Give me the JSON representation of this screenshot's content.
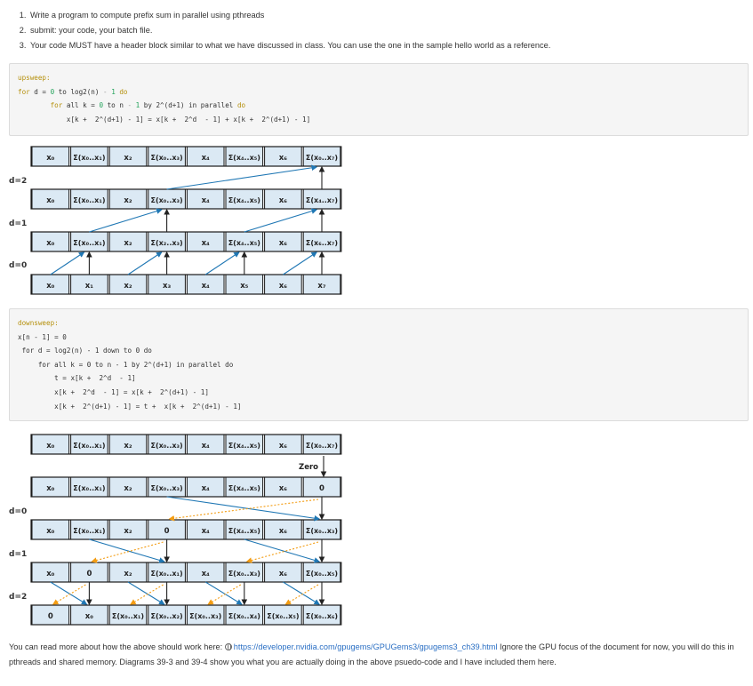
{
  "instructions": [
    "Write a program to compute prefix sum in parallel using pthreads",
    "submit: your code, your batch file.",
    "Your code MUST have a header block similar to what we have discussed in class. You can use the one in the sample hello world as a reference."
  ],
  "upsweep": {
    "label": "upsweep:",
    "l1_for": "for",
    "l1_rest": " d = ",
    "l1_zero": "0",
    "l1_to": " to log2(n) ",
    "l1_minus": "-",
    "l1_one": "1",
    "l1_do": "do",
    "l2_for": "for",
    "l2_rest": " all k = ",
    "l2_zero": "0",
    "l2_mid": " to n ",
    "l2_one": "1",
    "l2_by": " by 2^(d+1) in parallel ",
    "l2_do": "do",
    "l3_text": "x[k +  2^(d+1) - 1] = x[k +  2^d  - 1] + x[k +  2^(d+1) - 1]"
  },
  "downsweep": {
    "label": "downsweep:",
    "l1_text": "x[n - 1] = 0",
    "l2_text": "for d = log2(n) - 1 down to 0 do",
    "l3_text": "for all k = 0 to n - 1 by 2^(d+1) in parallel do",
    "l4_text": "t = x[k +  2^d  - 1]",
    "l5_text": "x[k +  2^d  - 1] = x[k +  2^(d+1) - 1]",
    "l6_text": "x[k +  2^(d+1) - 1] = t +  x[k +  2^(d+1) - 1]"
  },
  "up_diagram": {
    "rows": [
      [
        "x₀",
        "Σ(x₀..x₁)",
        "x₂",
        "Σ(x₀..x₃)",
        "x₄",
        "Σ(x₄..x₅)",
        "x₆",
        "Σ(x₀..x₇)"
      ],
      [
        "x₀",
        "Σ(x₀..x₁)",
        "x₂",
        "Σ(x₀..x₃)",
        "x₄",
        "Σ(x₄..x₅)",
        "x₆",
        "Σ(x₄..x₇)"
      ],
      [
        "x₀",
        "Σ(x₀..x₁)",
        "x₂",
        "Σ(x₂..x₃)",
        "x₄",
        "Σ(x₄..x₅)",
        "x₆",
        "Σ(x₆..x₇)"
      ],
      [
        "x₀",
        "x₁",
        "x₂",
        "x₃",
        "x₄",
        "x₅",
        "x₆",
        "x₇"
      ]
    ],
    "levels": [
      "d=2",
      "d=1",
      "d=0"
    ]
  },
  "down_diagram": {
    "rows": [
      [
        "x₀",
        "Σ(x₀..x₁)",
        "x₂",
        "Σ(x₀..x₃)",
        "x₄",
        "Σ(x₄..x₅)",
        "x₆",
        "Σ(x₀..x₇)"
      ],
      [
        "x₀",
        "Σ(x₀..x₁)",
        "x₂",
        "Σ(x₀..x₃)",
        "x₄",
        "Σ(x₄..x₅)",
        "x₆",
        "0"
      ],
      [
        "x₀",
        "Σ(x₀..x₁)",
        "x₂",
        "0",
        "x₄",
        "Σ(x₄..x₅)",
        "x₆",
        "Σ(x₀..x₃)"
      ],
      [
        "x₀",
        "0",
        "x₂",
        "Σ(x₀..x₁)",
        "x₄",
        "Σ(x₀..x₃)",
        "x₆",
        "Σ(x₀..x₅)"
      ],
      [
        "0",
        "x₀",
        "Σ(x₀..x₁)",
        "Σ(x₀..x₂)",
        "Σ(x₀..x₃)",
        "Σ(x₀..x₄)",
        "Σ(x₀..x₅)",
        "Σ(x₀..x₆)"
      ]
    ],
    "levels": [
      "d=0",
      "d=1",
      "d=2"
    ],
    "zero_label": "Zero"
  },
  "footer": {
    "before": "You can read more about how the above should work here: ",
    "link": "https://developer.nvidia.com/gpugems/GPUGems3/gpugems3_ch39.html",
    "after": " Ignore the GPU focus of the document for now, you will do this in pthreads and shared memory. Diagrams 39-3 and 39-4 show you what you are actually doing in the above psuedo-code and I have included them here."
  },
  "colors": {
    "cell_fill": "#dbe9f4",
    "cell_border": "#1a1a1a",
    "arrow_blue": "#1f77b4",
    "arrow_orange": "#f39c12",
    "code_bg": "#f5f5f5"
  }
}
